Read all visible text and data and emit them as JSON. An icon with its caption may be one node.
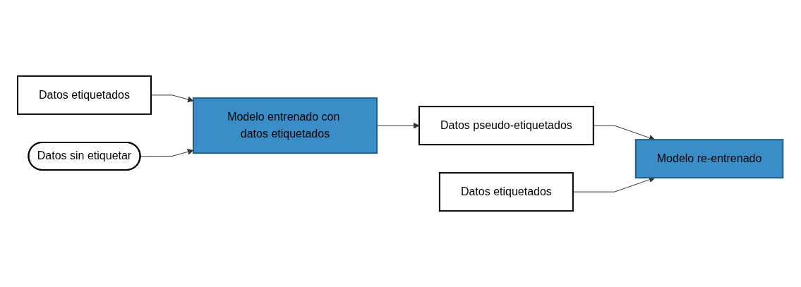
{
  "diagram": {
    "nodes": [
      {
        "text": [
          "Datos etiquetados"
        ]
      },
      {
        "text": [
          "Modelo entrenado con datos etiquetados"
        ]
      },
      {
        "text": [
          "Datos sin etiquetar"
        ]
      },
      {
        "text": [
          "Datos pseudo-etiquetados"
        ]
      },
      {
        "text": [
          "Datos etiquetados"
        ]
      },
      {
        "text": [
          "Modelo re-entrenado"
        ]
      }
    ],
    "edges": [
      {
        "from": 0,
        "to": 1,
        "arrow": "to"
      },
      {
        "from": 2,
        "to": 1,
        "arrow": "to"
      },
      {
        "from": 1,
        "to": 3,
        "arrow": "to"
      },
      {
        "from": 3,
        "to": 5,
        "arrow": "to"
      },
      {
        "from": 4,
        "to": 5,
        "arrow": "to"
      }
    ]
  }
}
